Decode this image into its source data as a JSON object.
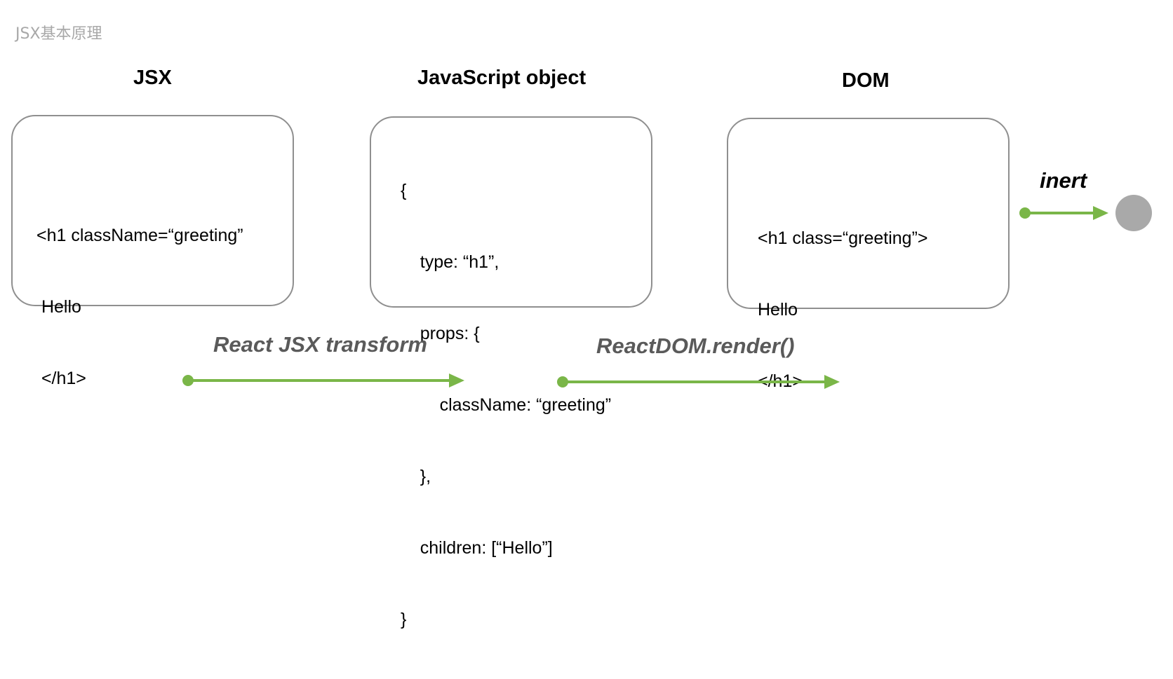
{
  "page_title": "JSX基本原理",
  "columns": {
    "jsx": {
      "title": "JSX",
      "lines": [
        "<h1 className=“greeting”",
        " Hello",
        " </h1>"
      ]
    },
    "js_object": {
      "title": "JavaScript object",
      "lines": [
        "{",
        "    type: “h1”,",
        "    props: {",
        "        className: “greeting”",
        "    },",
        "    children: [“Hello”]",
        "}"
      ]
    },
    "dom": {
      "title": "DOM",
      "lines": [
        "<h1 class=“greeting”>",
        "Hello",
        "</h1>"
      ]
    }
  },
  "arrows": {
    "transform": {
      "label": "React JSX transform"
    },
    "render": {
      "label": "ReactDOM.render()"
    },
    "inert": {
      "label": "inert"
    }
  },
  "colors": {
    "arrow": "#7ab648",
    "box_border": "#8f8f8f",
    "end_node": "#a9a9a9",
    "label_gray": "#5a5a5a",
    "title_gray": "#a8a8a8"
  }
}
